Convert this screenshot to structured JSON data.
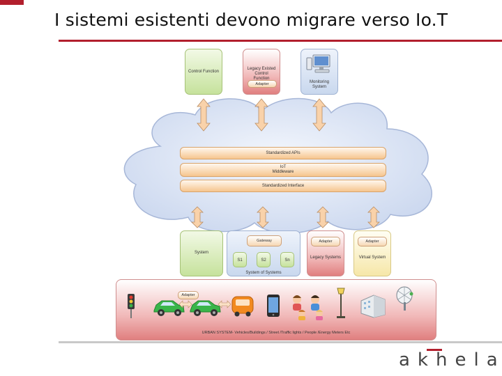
{
  "title": "I sistemi esistenti devono migrare verso Io.T",
  "top_boxes": {
    "control_function": "Control Function",
    "legacy_function": "Legacy Existed Control Function",
    "legacy_adapter": "Adapter",
    "monitoring": "Monitoring System"
  },
  "cloud_layers": {
    "apis": "Standardized APIs",
    "middleware_line1": "IoT",
    "middleware_line2": "Middleware",
    "interface": "Standardized Interface"
  },
  "lower_boxes": {
    "system": "System",
    "gateway": "Gateway",
    "s1": "S1",
    "s2": "S2",
    "sn": "Sn",
    "sos": "System of Systems",
    "legacy_adapter": "Adapter",
    "legacy_systems": "Legacy Systems",
    "virtual_adapter": "Adapter",
    "virtual_system": "Virtual System"
  },
  "urban": {
    "adapter": "Adapter",
    "caption": "URBAN SYSTEM- Vehicles/Buildings / Street /Traffic lights / People /Energy Meters Etc"
  },
  "logo": "akhela",
  "colors": {
    "accent": "#b21f2d",
    "cloud": "#dde6f5",
    "arrow": "#f6c58e"
  }
}
